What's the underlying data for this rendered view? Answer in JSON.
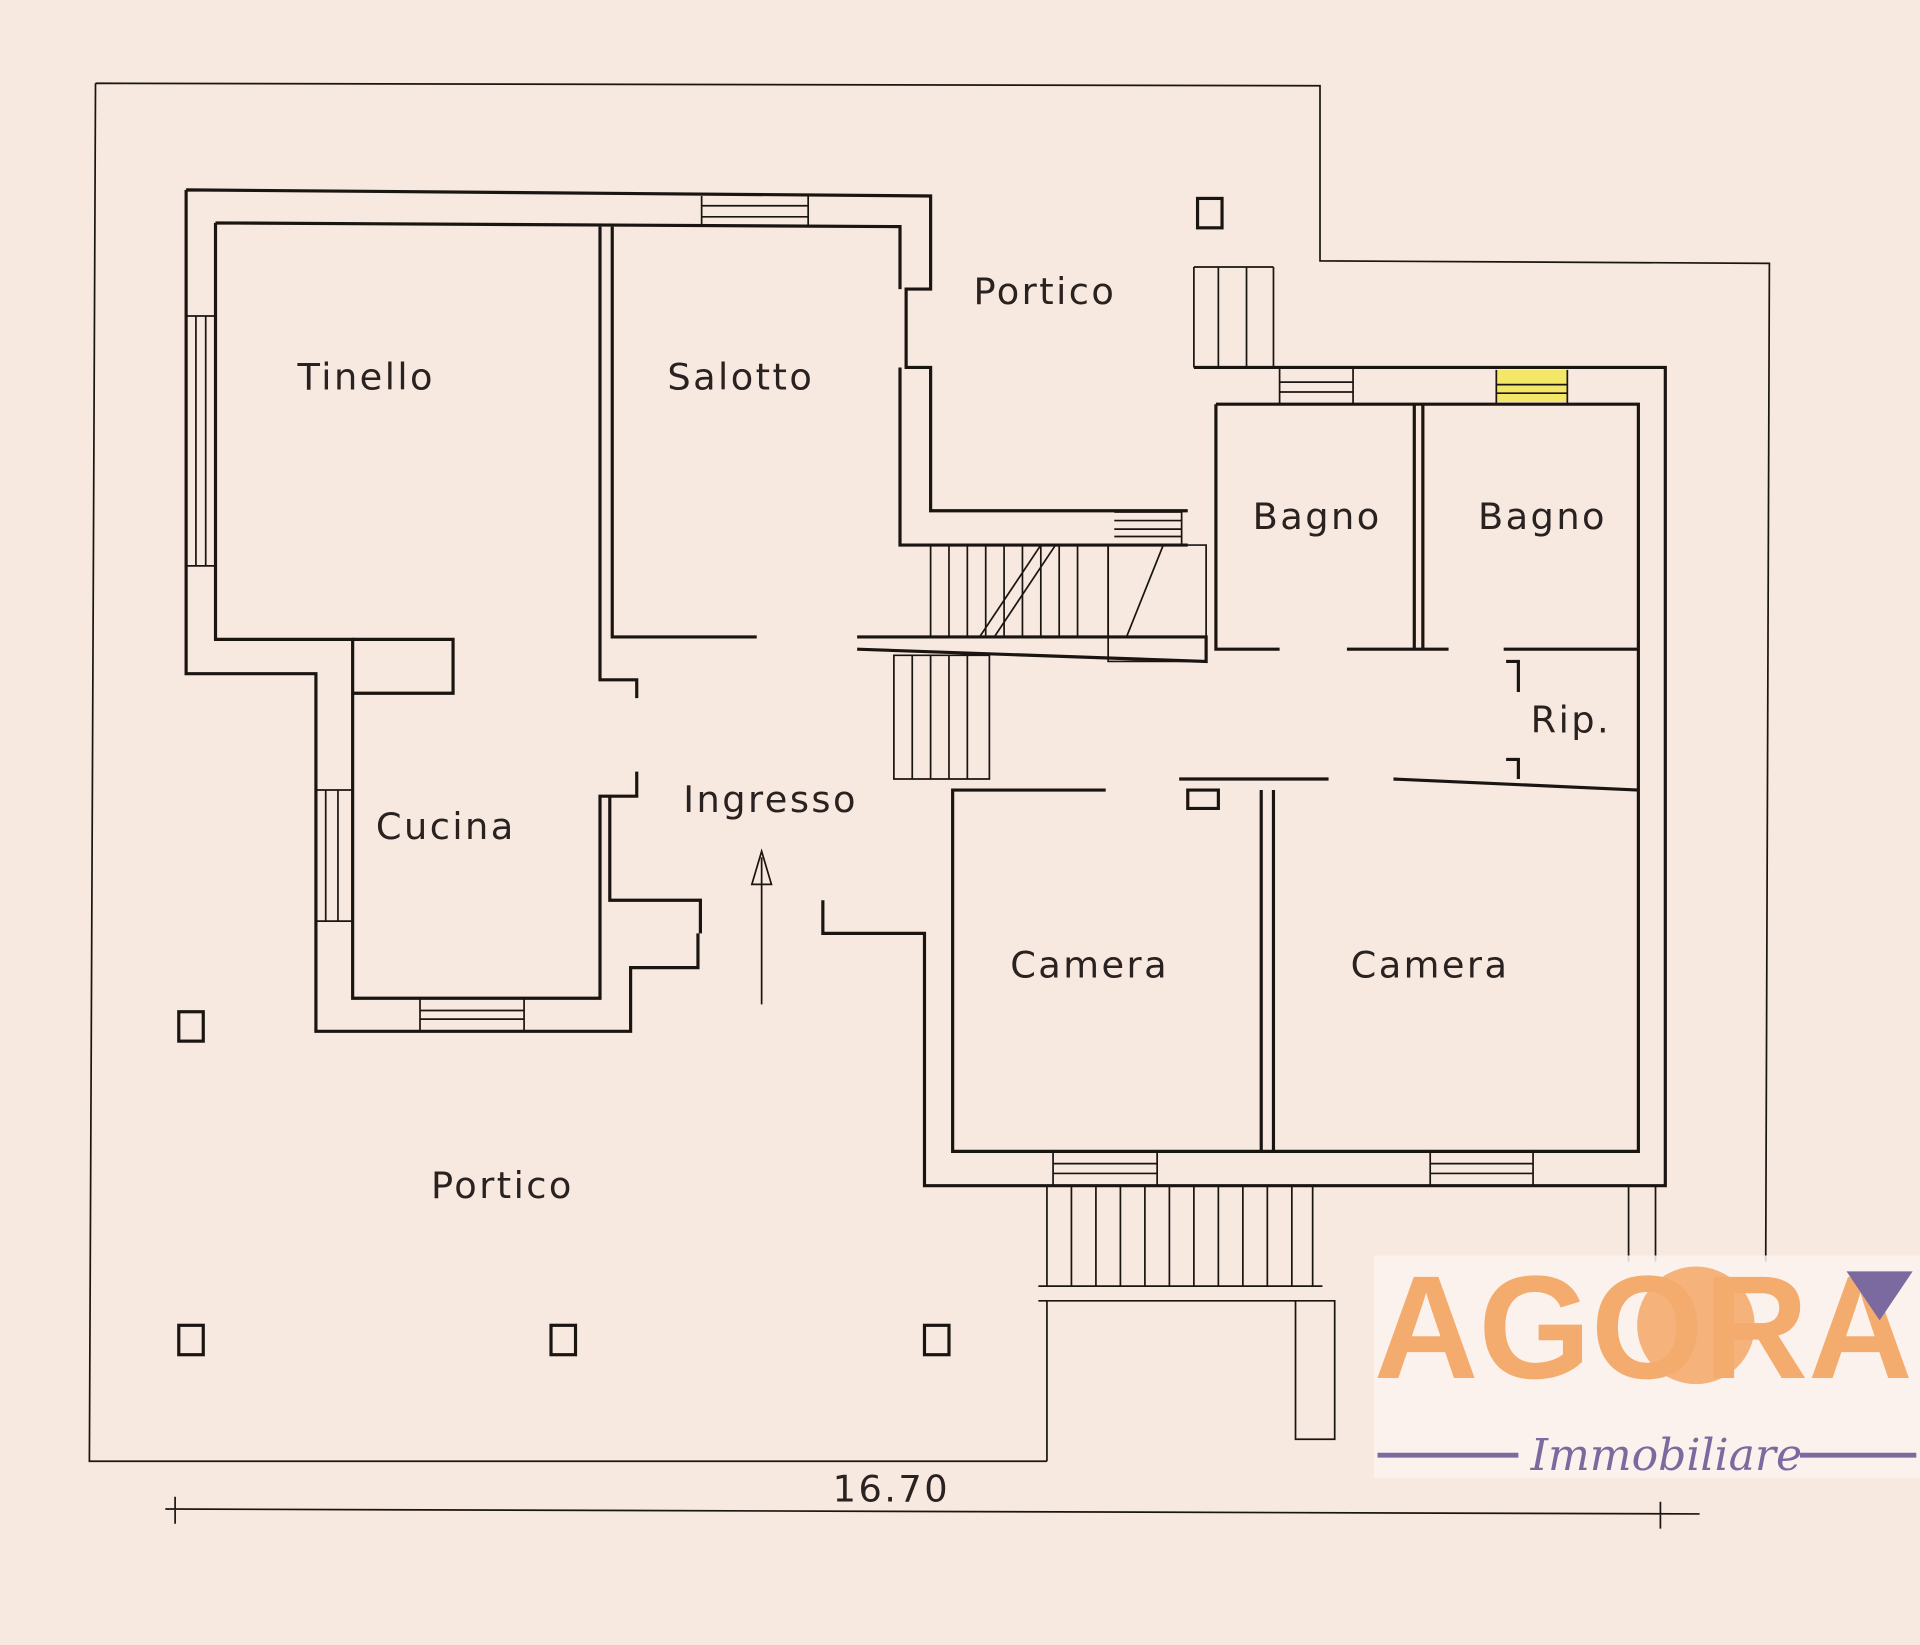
{
  "rooms": {
    "tinello": "Tinello",
    "salotto": "Salotto",
    "portico_top": "Portico",
    "bagno_1": "Bagno",
    "bagno_2": "Bagno",
    "ripostiglio": "Rip.",
    "cucina": "Cucina",
    "ingresso": "Ingresso",
    "camera_1": "Camera",
    "camera_2": "Camera",
    "portico_bottom": "Portico"
  },
  "dimension": "16.70",
  "logo": {
    "name": "AGORA",
    "subtitle": "Immobiliare",
    "color_primary": "#f4ac6e",
    "color_secondary": "#7a6aa0"
  },
  "highlight_color": "#f2e64a"
}
